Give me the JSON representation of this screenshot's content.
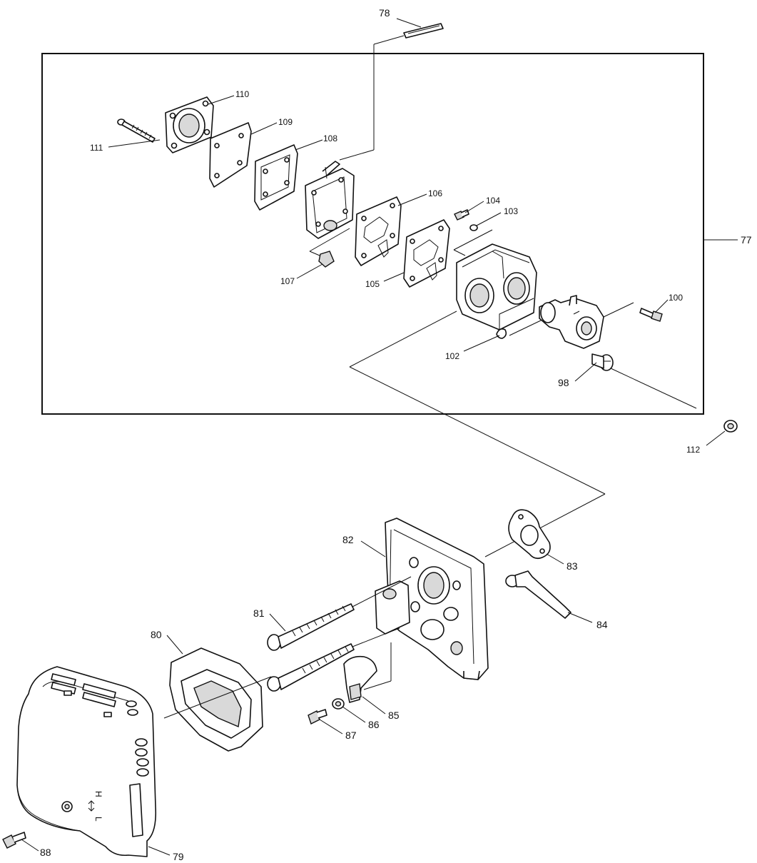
{
  "labels": {
    "p77": "77",
    "p78": "78",
    "p79": "79",
    "p80": "80",
    "p81": "81",
    "p82": "82",
    "p83": "83",
    "p84": "84",
    "p85": "85",
    "p86": "86",
    "p87": "87",
    "p88": "88",
    "p98": "98",
    "p100": "100",
    "p102": "102",
    "p103": "103",
    "p104": "104",
    "p105": "105",
    "p106": "106",
    "p107": "107",
    "p108": "108",
    "p109": "109",
    "p110": "110",
    "p111": "111",
    "p112": "112"
  },
  "cover_marks": {
    "h_mark": "H",
    "l_mark": "L"
  }
}
